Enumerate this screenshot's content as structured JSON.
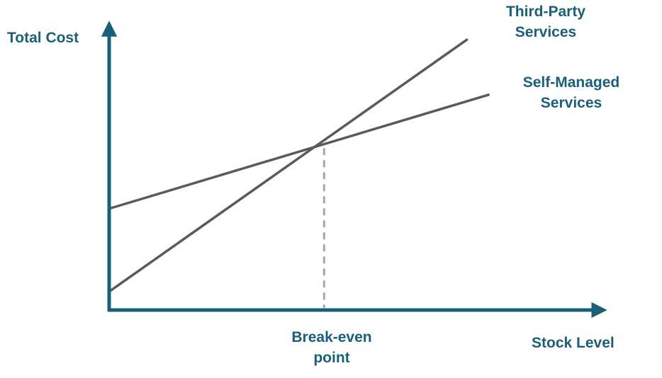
{
  "colors": {
    "axis": "#1a5f7a",
    "series": "#5a5a5a",
    "guide": "#a6a6a6",
    "label": "#1a5f7a"
  },
  "chart_data": {
    "type": "line",
    "title": "",
    "xlabel": "Stock Level",
    "ylabel": "Total Cost",
    "xlim": [
      0,
      100
    ],
    "ylim": [
      0,
      100
    ],
    "grid": false,
    "ticks": false,
    "series": [
      {
        "key": "third_party",
        "name_lines": [
          "Third-Party",
          "Services"
        ],
        "x": [
          0,
          74.2
        ],
        "y": [
          6.8,
          99.7
        ]
      },
      {
        "key": "self_managed",
        "name_lines": [
          "Self-Managed",
          "Services"
        ],
        "x": [
          0,
          78.7
        ],
        "y": [
          37.4,
          79.4
        ]
      }
    ],
    "annotations": [
      {
        "key": "break_even",
        "text_lines": [
          "Break-even",
          "point"
        ],
        "x": 44.6,
        "y": 61.3
      }
    ]
  }
}
